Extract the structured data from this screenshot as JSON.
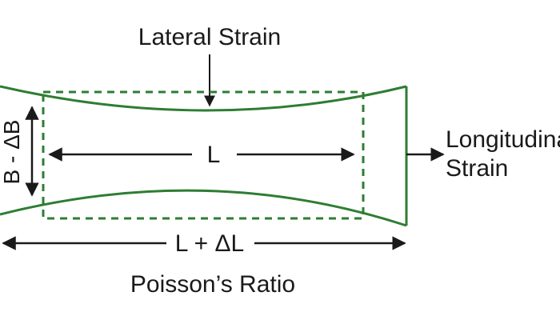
{
  "labels": {
    "lateral_strain": "Lateral Strain",
    "breadth_change": "B - ΔB",
    "original_length": "L",
    "longitudinal_strain_line1": "Longitudinal",
    "longitudinal_strain_line2": "Strain",
    "extended_length": "L + ΔL",
    "caption": "Poisson’s Ratio"
  },
  "colors": {
    "specimen_outline": "#2e7d32",
    "original_outline_dashed": "#2e7d32",
    "arrows": "#1a1a1a",
    "text": "#1a1a1a"
  }
}
